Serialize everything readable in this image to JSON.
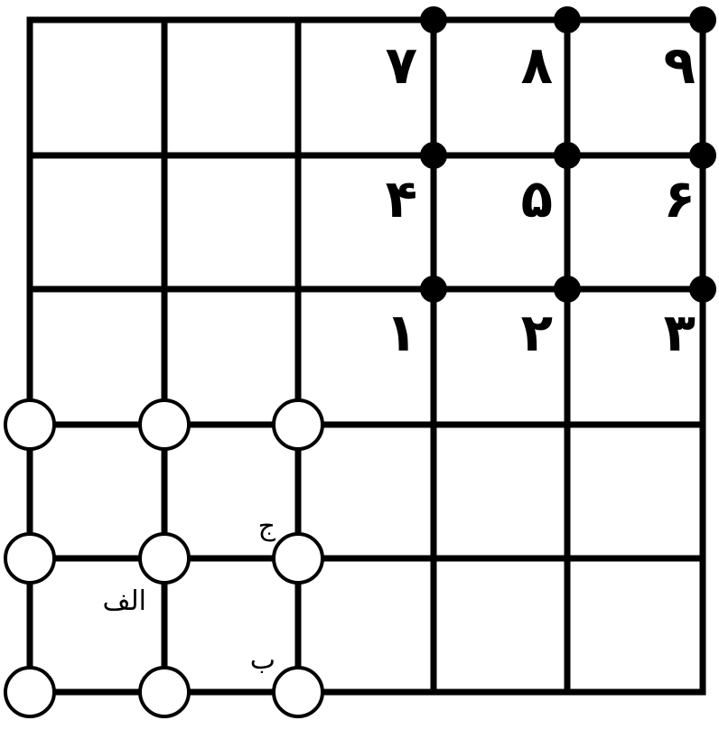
{
  "colors": {
    "line": "#000000",
    "dot": "#000000",
    "ring_fill": "#ffffff",
    "background": "#ffffff"
  },
  "number_labels": [
    "۷",
    "۸",
    "۹",
    "۴",
    "۵",
    "۶",
    "۱",
    "۲",
    "۳"
  ],
  "letter_labels": {
    "alef": "الف",
    "be": "ب",
    "jim": "ج"
  }
}
